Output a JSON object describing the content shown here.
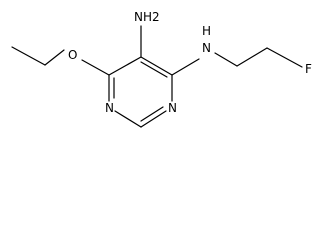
{
  "molecule": {
    "atoms": {
      "amine_top": "NH2",
      "ring_n_right": "N",
      "ring_n_left": "N",
      "oxygen": "O",
      "amine_side": "N",
      "amine_side_h": "H",
      "fluorine": "F"
    }
  }
}
